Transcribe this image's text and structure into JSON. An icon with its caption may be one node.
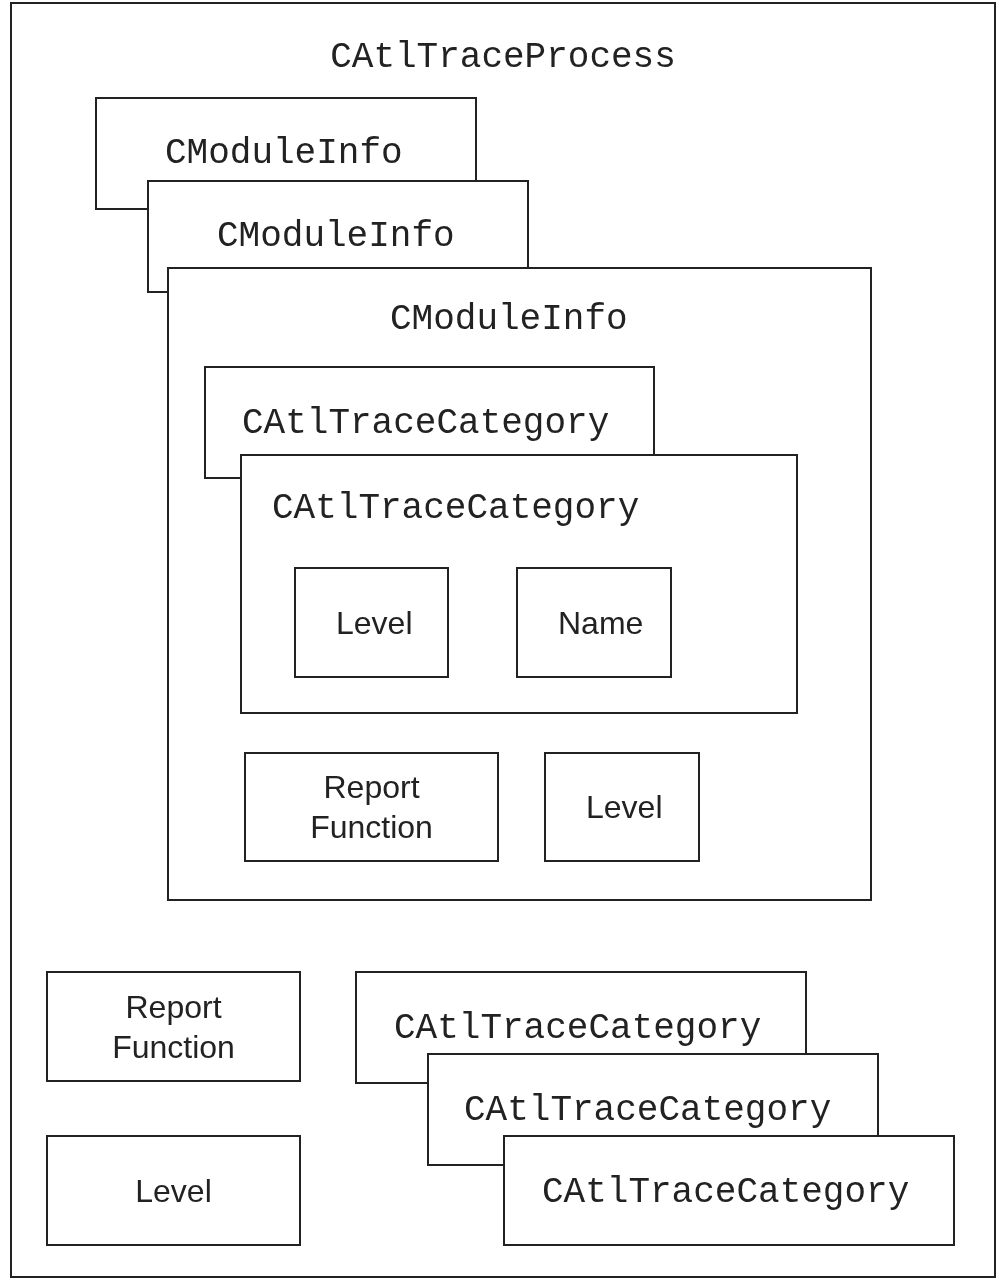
{
  "diagram": {
    "nodes": [
      {
        "text": [
          "CAtlTraceProcess"
        ]
      },
      {
        "text": [
          "CModuleInfo"
        ],
        "in": 0
      },
      {
        "text": [
          "CModuleInfo"
        ],
        "in": 0
      },
      {
        "text": [
          "CModuleInfo"
        ],
        "in": 0
      },
      {
        "text": [
          "CAtlTraceCategory"
        ],
        "in": 3
      },
      {
        "text": [
          "CAtlTraceCategory"
        ],
        "in": 3
      },
      {
        "text": [
          "Level"
        ],
        "in": 5
      },
      {
        "text": [
          "Name"
        ],
        "in": 5
      },
      {
        "text": [
          "Report Function"
        ],
        "in": 3
      },
      {
        "text": [
          "Level"
        ],
        "in": 3
      },
      {
        "text": [
          "Report Function"
        ],
        "in": 0
      },
      {
        "text": [
          "Level"
        ],
        "in": 0
      },
      {
        "text": [
          "CAtlTraceCategory"
        ],
        "in": 0
      },
      {
        "text": [
          "CAtlTraceCategory"
        ],
        "in": 0
      },
      {
        "text": [
          "CAtlTraceCategory"
        ],
        "in": 0
      }
    ]
  }
}
